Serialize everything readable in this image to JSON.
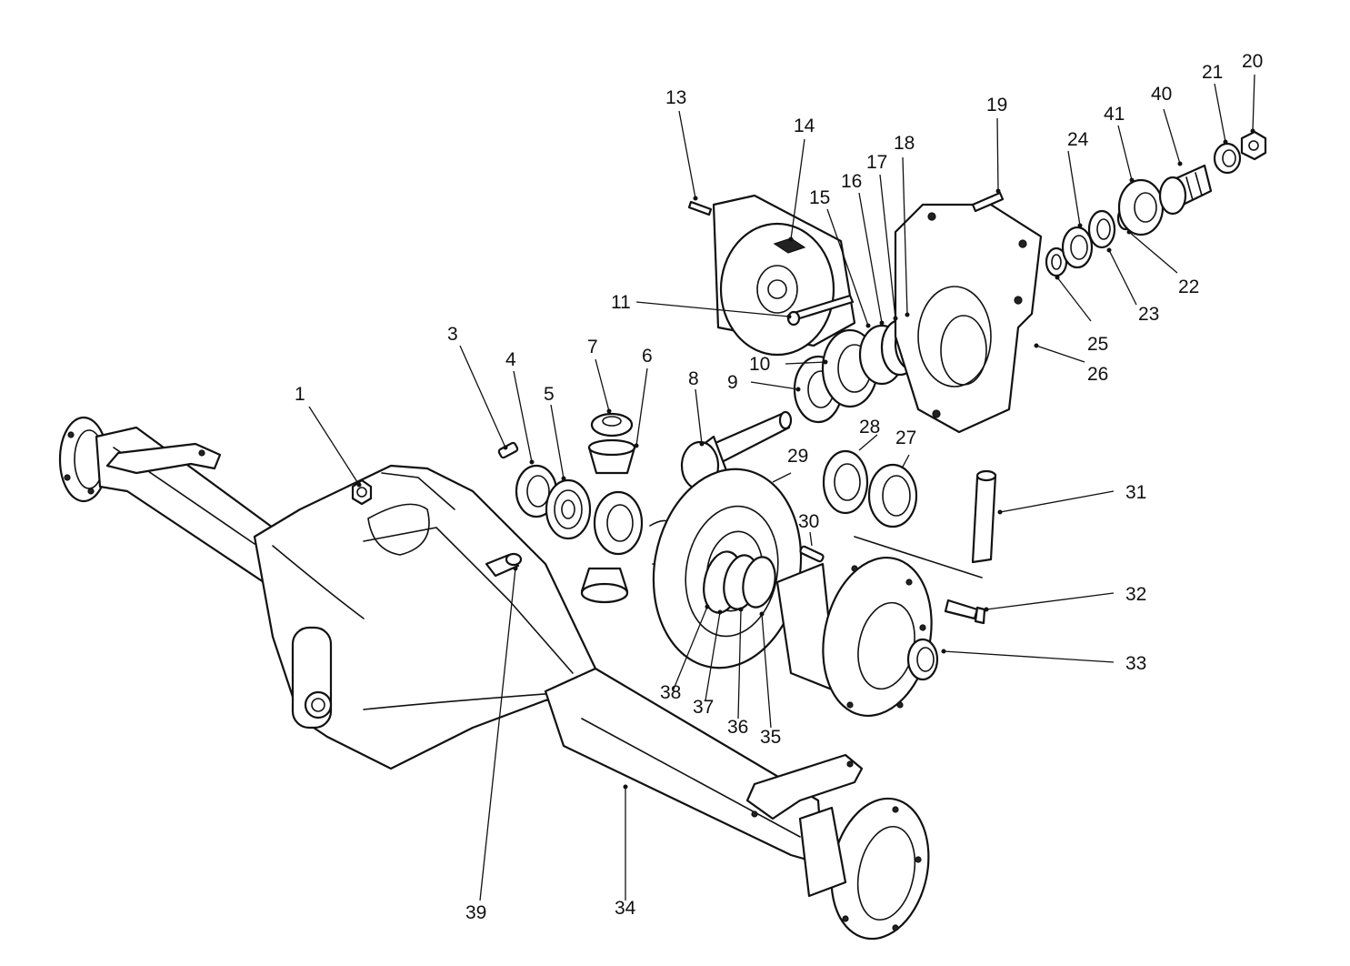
{
  "labels": [
    {
      "id": "1",
      "text": "1"
    },
    {
      "id": "3",
      "text": "3"
    },
    {
      "id": "4",
      "text": "4"
    },
    {
      "id": "5",
      "text": "5"
    },
    {
      "id": "6",
      "text": "6"
    },
    {
      "id": "7",
      "text": "7"
    },
    {
      "id": "8",
      "text": "8"
    },
    {
      "id": "9",
      "text": "9"
    },
    {
      "id": "10",
      "text": "10"
    },
    {
      "id": "11",
      "text": "11"
    },
    {
      "id": "13",
      "text": "13"
    },
    {
      "id": "14",
      "text": "14"
    },
    {
      "id": "15",
      "text": "15"
    },
    {
      "id": "16",
      "text": "16"
    },
    {
      "id": "17",
      "text": "17"
    },
    {
      "id": "18",
      "text": "18"
    },
    {
      "id": "19",
      "text": "19"
    },
    {
      "id": "20",
      "text": "20"
    },
    {
      "id": "21",
      "text": "21"
    },
    {
      "id": "22",
      "text": "22"
    },
    {
      "id": "23",
      "text": "23"
    },
    {
      "id": "24",
      "text": "24"
    },
    {
      "id": "25",
      "text": "25"
    },
    {
      "id": "26",
      "text": "26"
    },
    {
      "id": "27",
      "text": "27"
    },
    {
      "id": "28",
      "text": "28"
    },
    {
      "id": "29",
      "text": "29"
    },
    {
      "id": "30",
      "text": "30"
    },
    {
      "id": "31",
      "text": "31"
    },
    {
      "id": "32",
      "text": "32"
    },
    {
      "id": "33",
      "text": "33"
    },
    {
      "id": "34",
      "text": "34"
    },
    {
      "id": "35",
      "text": "35"
    },
    {
      "id": "36",
      "text": "36"
    },
    {
      "id": "37",
      "text": "37"
    },
    {
      "id": "38",
      "text": "38"
    },
    {
      "id": "39",
      "text": "39"
    },
    {
      "id": "40",
      "text": "40"
    },
    {
      "id": "41",
      "text": "41"
    }
  ]
}
